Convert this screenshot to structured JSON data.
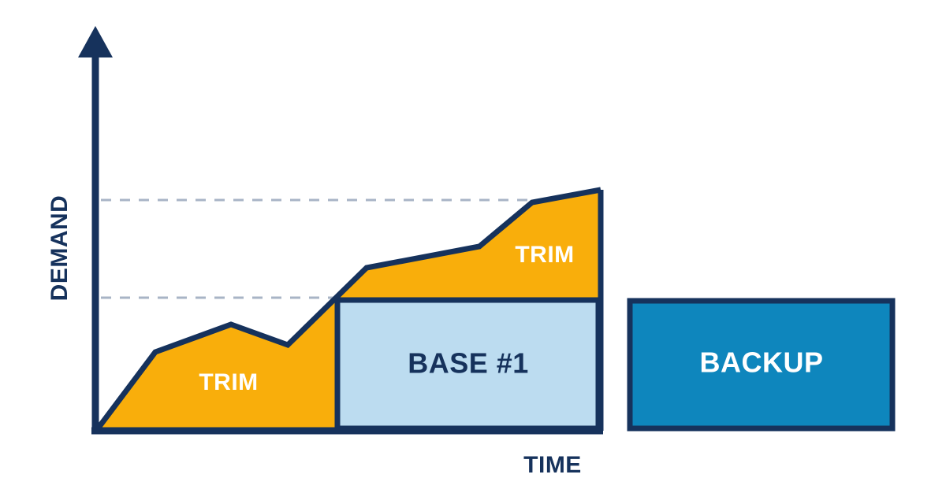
{
  "chart_data": {
    "type": "area",
    "title": "",
    "subtitle": "",
    "xlabel": "TIME",
    "ylabel": "DEMAND",
    "grid": "two horizontal dashed reference lines",
    "legend_position": "none",
    "axis_ranges": {
      "x": [
        0,
        100
      ],
      "y": [
        0,
        100
      ]
    },
    "series": [
      {
        "name": "Demand",
        "type": "line-area",
        "description": "Rising stepped demand curve filled in orange, drawn from origin to right edge",
        "x": [
          0,
          12,
          27,
          38,
          54,
          77,
          87,
          100
        ],
        "y": [
          0,
          19.5,
          26.5,
          21.5,
          40.5,
          45.5,
          56.5,
          59.5
        ],
        "fill_color": "#F9AE0B",
        "line_color": "#16325C"
      }
    ],
    "reference_lines": [
      {
        "name": "upper-dashed-line",
        "y": 57,
        "style": "dashed",
        "color": "#A8B4C6"
      },
      {
        "name": "lower-dashed-line",
        "y": 33,
        "style": "dashed",
        "color": "#A8B4C6"
      }
    ],
    "regions": [
      {
        "name": "trim-lower-left",
        "label": "TRIM",
        "color": "#F9AE0B",
        "text_color": "#FFFFFF"
      },
      {
        "name": "trim-upper-right",
        "label": "TRIM",
        "color": "#F9AE0B",
        "text_color": "#FFFFFF"
      },
      {
        "name": "base-1",
        "label": "BASE #1",
        "color": "#BCDCF0",
        "text_color": "#16325C"
      }
    ],
    "standalone_blocks": [
      {
        "name": "backup",
        "label": "BACKUP",
        "color": "#0E86BD",
        "text_color": "#FFFFFF"
      }
    ]
  },
  "axes": {
    "y_label": "DEMAND",
    "x_label": "TIME"
  },
  "labels": {
    "trim_left": "TRIM",
    "trim_right": "TRIM",
    "base_1": "BASE #1",
    "backup": "BACKUP"
  },
  "colors": {
    "navy": "#16325C",
    "orange": "#F9AE0B",
    "light_blue": "#BCDCF0",
    "teal_blue": "#0E86BD",
    "dash_gray": "#A8B4C6",
    "white": "#FFFFFF",
    "background": "#FFFFFF"
  }
}
